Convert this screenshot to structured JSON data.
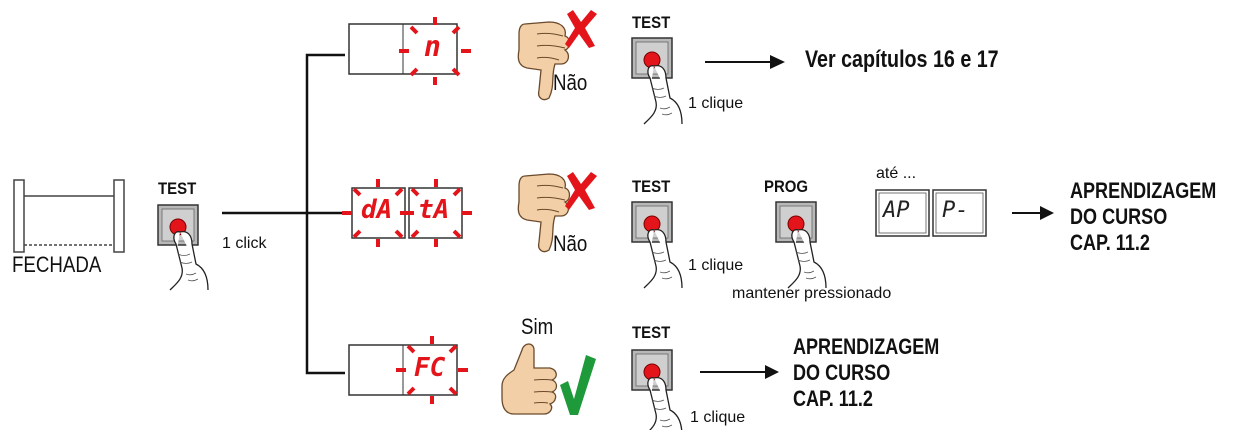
{
  "start": {
    "test_label": "TEST",
    "click_label": "1 click",
    "state_label": "FECHADA"
  },
  "branch1": {
    "display": "n",
    "answer": "Não",
    "test_label": "TEST",
    "clique_label": "1 clique",
    "result": "Ver capítulos 16 e 17"
  },
  "branch2": {
    "display_left": "dA",
    "display_right": "tA",
    "answer": "Não",
    "test_label": "TEST",
    "clique_label": "1 clique",
    "prog_label": "PROG",
    "hold_label": "mantener pressionado",
    "until_label": "até ...",
    "lcd_left": "AP",
    "lcd_right": "P-",
    "result_line1": "APRENDIZAGEM",
    "result_line2": "DO CURSO",
    "result_line3": "CAP. 11.2"
  },
  "branch3": {
    "display": "FC",
    "answer": "Sim",
    "test_label": "TEST",
    "clique_label": "1 clique",
    "result_line1": "APRENDIZAGEM",
    "result_line2": "DO CURSO",
    "result_line3": "CAP. 11.2"
  },
  "colors": {
    "led_red": "#e3151b",
    "check_green": "#1e9a3a",
    "thumb_skin": "#f2cfa6",
    "button_grey": "#b8b8b8"
  }
}
